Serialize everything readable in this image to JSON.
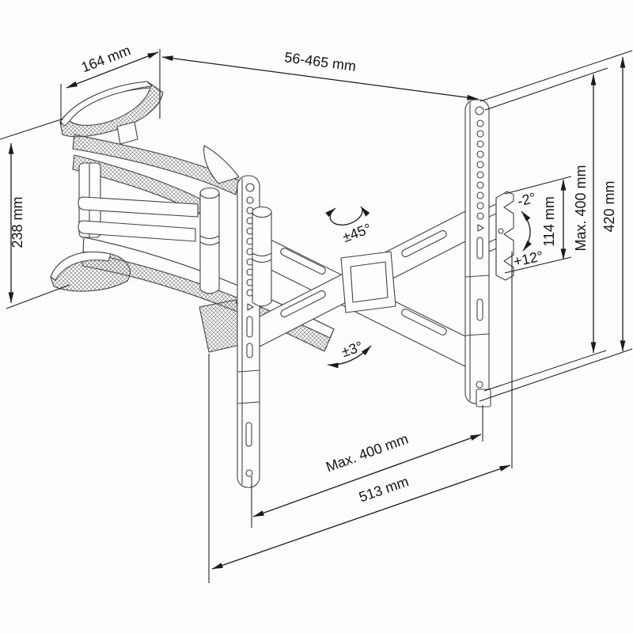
{
  "labels": {
    "dim_164": "164 mm",
    "dim_56_465": "56-465 mm",
    "dim_238": "238 mm",
    "swivel_45": "±45°",
    "tilt_minus2": "-2°",
    "tilt_plus12": "+12°",
    "dim_114": "114 mm",
    "max400_vertical": "Max. 400 mm",
    "dim_420": "420 mm",
    "level_3": "±3°",
    "max400_horizontal": "Max. 400 mm",
    "dim_513": "513 mm"
  },
  "colors": {
    "line": "#1b1b1b",
    "art": "#424242",
    "background": "#fdfdfd"
  }
}
